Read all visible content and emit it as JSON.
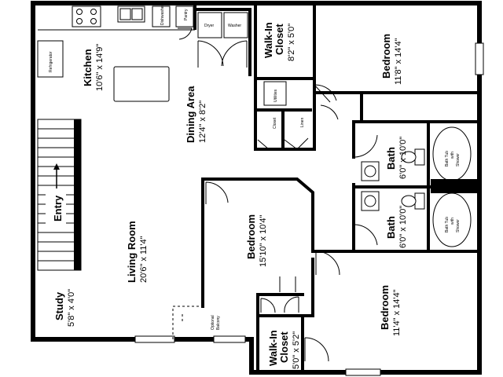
{
  "rooms": {
    "kitchen": {
      "name": "Kitchen",
      "dim": "10'6\" x 14'9\""
    },
    "dining": {
      "name": "Dining Area",
      "dim": "12'4\" x 8'2\""
    },
    "walkin_top": {
      "name1": "Walk-In",
      "name2": "Closet",
      "dim": "8'2\" x 5'0\""
    },
    "bedroom_ne": {
      "name": "Bedroom",
      "dim": "11'8\" x 14'4\""
    },
    "bath_1": {
      "name": "Bath",
      "dim": "6'0\" x 10'0\""
    },
    "bath_2": {
      "name": "Bath",
      "dim": "6'0\" x 10'0\""
    },
    "bedroom_mid": {
      "name": "Bedroom",
      "dim": "15'10\" x 10'4\""
    },
    "living": {
      "name": "Living Room",
      "dim": "20'6\" x 11'4\""
    },
    "study": {
      "name": "Study",
      "dim": "5'8\" x 4'0\""
    },
    "walkin_bottom": {
      "name1": "Walk-In",
      "name2": "Closet",
      "dim": "5'0\" x 5'2\""
    },
    "bedroom_se": {
      "name": "Bedroom",
      "dim": "11'4\" x 14'4\""
    }
  },
  "fixtures": {
    "refrigerator": "Refrigerator",
    "dishwasher": "Dishwasher",
    "pantry": "Pantry",
    "dryer": "Dryer",
    "washer": "Washer",
    "utilities": "Utilities",
    "closet": "Closet",
    "linen": "Linen",
    "tub_shower": [
      "Bath Tub",
      "with",
      "Shower"
    ],
    "entry": "Entry",
    "balcony": [
      "Optional",
      "Balcony"
    ]
  }
}
